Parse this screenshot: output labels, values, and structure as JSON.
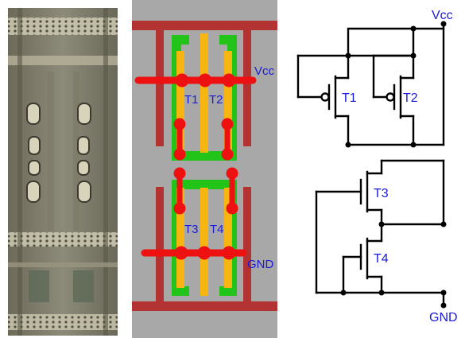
{
  "photo": {
    "icon": "die-photo-image"
  },
  "layout": {
    "labels": {
      "vcc": "Vcc",
      "gnd": "GND",
      "t1": "T1",
      "t2": "T2",
      "t3": "T3",
      "t4": "T4"
    },
    "colors": {
      "background": "#a8a8a8",
      "metal": "#b33333",
      "poly": "#f7b512",
      "diffusion": "#22c41a",
      "rail": "#ee1111",
      "label": "#1a1ad8"
    }
  },
  "schematic": {
    "labels": {
      "vcc": "Vcc",
      "gnd": "GND",
      "t1": "T1",
      "t2": "T2",
      "t3": "T3",
      "t4": "T4"
    },
    "colors": {
      "wire": "#000000",
      "label": "#1a1ad8"
    }
  }
}
